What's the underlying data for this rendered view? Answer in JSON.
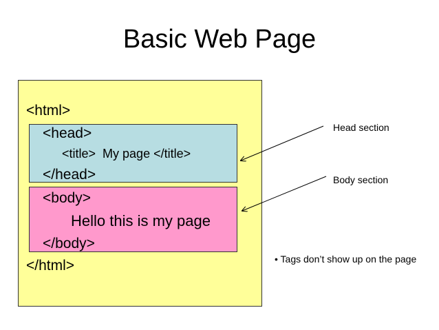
{
  "title": "Basic Web Page",
  "code": {
    "html_open": "<html>",
    "head_open": "<head>",
    "title_line": "<title>  My page </title>",
    "head_close": "</head>",
    "body_open": "<body>",
    "body_text": "Hello this is my page",
    "body_close": "</body>",
    "html_close": "</html>"
  },
  "annotations": {
    "head_section": "Head section",
    "body_section": "Body section"
  },
  "note": "• Tags don’t show up on the page",
  "colors": {
    "outer_fill": "#ffff99",
    "head_fill": "#b7dde2",
    "body_fill": "#ff99cc"
  }
}
